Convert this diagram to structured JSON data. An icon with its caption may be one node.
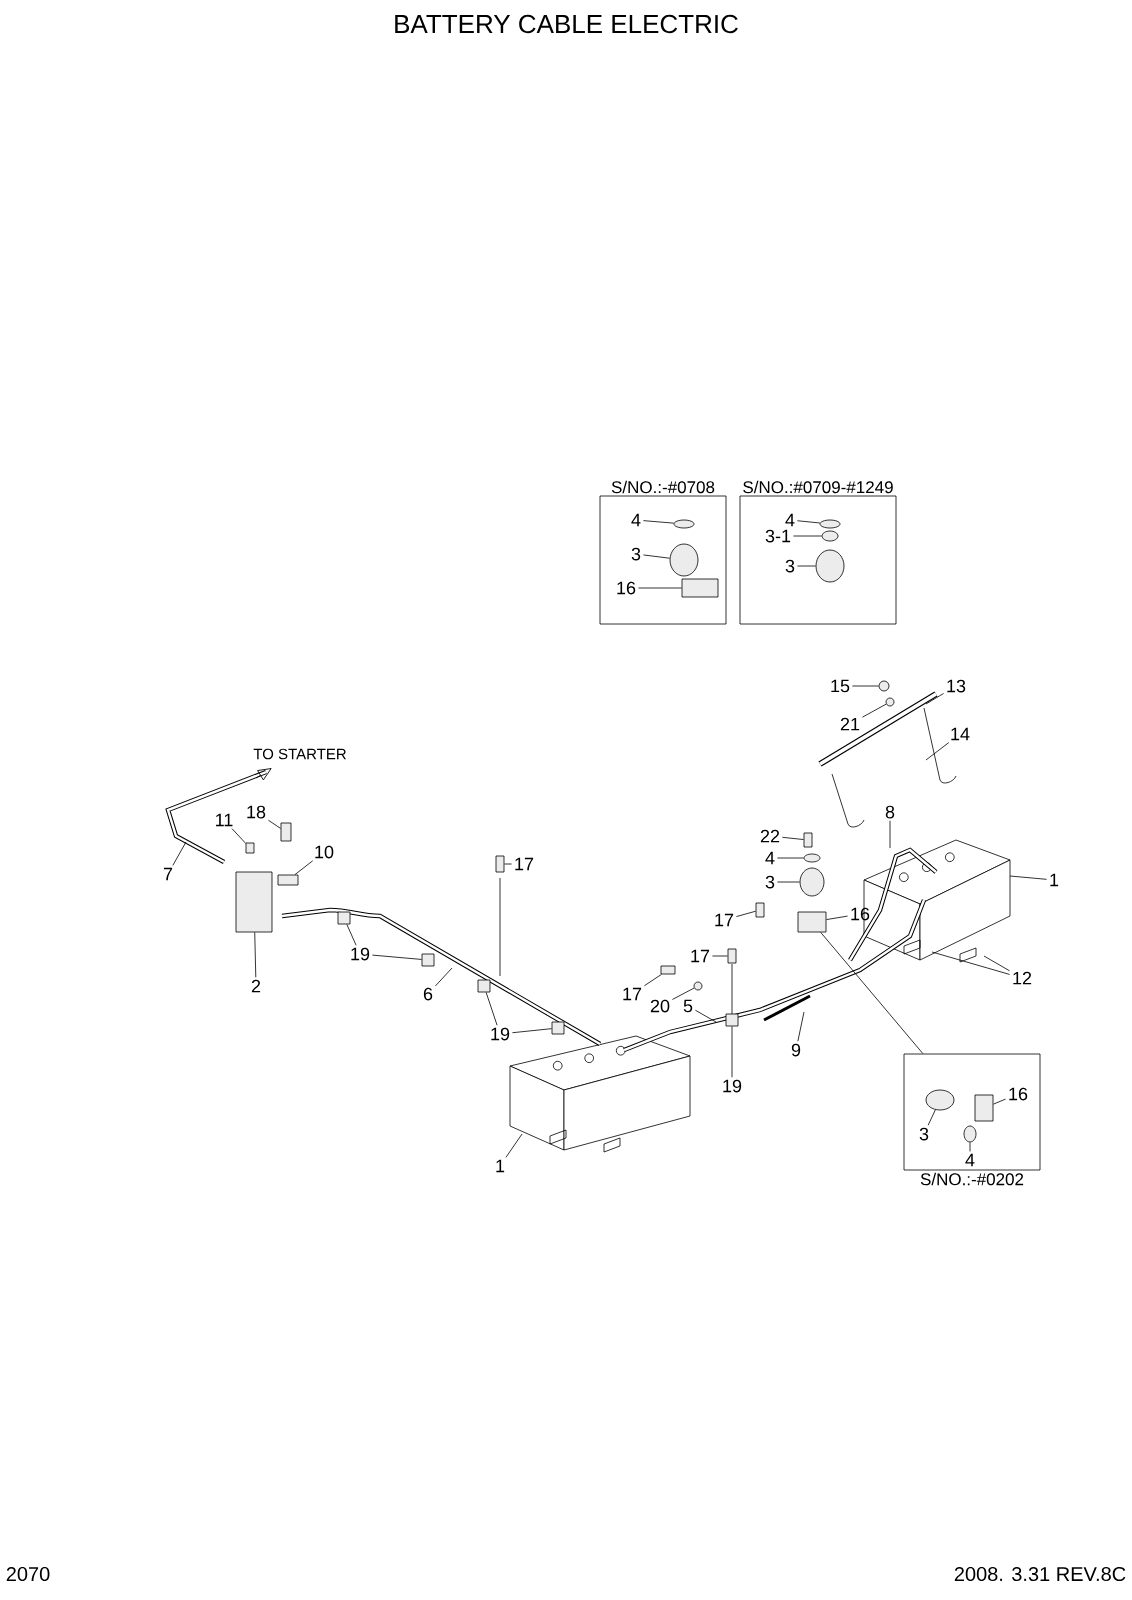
{
  "diagram": {
    "title": "BATTERY CABLE ELECTRIC",
    "nodes": [
      {
        "text": [
          "S/NO.:-#0708"
        ]
      },
      {
        "text": [
          "4"
        ],
        "in": 0
      },
      {
        "text": [
          "3"
        ],
        "in": 0
      },
      {
        "text": [
          "16"
        ],
        "in": 0
      },
      {
        "text": [
          "S/NO.:#0709-#1249"
        ]
      },
      {
        "text": [
          "4"
        ],
        "in": 4
      },
      {
        "text": [
          "3-1"
        ],
        "in": 4
      },
      {
        "text": [
          "3"
        ],
        "in": 4
      },
      {
        "text": [
          "15"
        ]
      },
      {
        "text": [
          "13"
        ]
      },
      {
        "text": [
          "21"
        ]
      },
      {
        "text": [
          "14"
        ]
      },
      {
        "text": [
          "8"
        ]
      },
      {
        "text": [
          "18"
        ]
      },
      {
        "text": [
          "11"
        ]
      },
      {
        "text": [
          "10"
        ]
      },
      {
        "text": [
          "7"
        ]
      },
      {
        "text": [
          "22"
        ]
      },
      {
        "text": [
          "4"
        ]
      },
      {
        "text": [
          "17"
        ]
      },
      {
        "text": [
          "3"
        ]
      },
      {
        "text": [
          "1"
        ]
      },
      {
        "text": [
          "16"
        ]
      },
      {
        "text": [
          "17"
        ]
      },
      {
        "text": [
          "17"
        ]
      },
      {
        "text": [
          "2"
        ]
      },
      {
        "text": [
          "19"
        ]
      },
      {
        "text": [
          "12"
        ]
      },
      {
        "text": [
          "6"
        ]
      },
      {
        "text": [
          "17"
        ]
      },
      {
        "text": [
          "20"
        ]
      },
      {
        "text": [
          "5"
        ]
      },
      {
        "text": [
          "19"
        ]
      },
      {
        "text": [
          "9"
        ]
      },
      {
        "text": [
          "19"
        ]
      },
      {
        "text": [
          "S/NO.:-#0202"
        ]
      },
      {
        "text": [
          "16"
        ],
        "in": 35
      },
      {
        "text": [
          "3"
        ],
        "in": 35
      },
      {
        "text": [
          "4"
        ],
        "in": 35
      },
      {
        "text": [
          "1"
        ]
      },
      {
        "text": [],
        "shape": "circle",
        "in": 0
      },
      {
        "text": [],
        "shape": "circle",
        "in": 0
      },
      {
        "text": [],
        "shape": "box",
        "in": 0
      },
      {
        "text": [],
        "shape": "circle",
        "in": 4
      },
      {
        "text": [],
        "shape": "circle",
        "in": 4
      },
      {
        "text": [],
        "shape": "circle",
        "in": 4
      },
      {
        "text": [],
        "shape": "circle"
      },
      {
        "text": [],
        "shape": "circle"
      },
      {
        "text": [],
        "shape": "box"
      },
      {
        "text": [],
        "shape": "box"
      },
      {
        "text": [],
        "shape": "box"
      },
      {
        "text": [],
        "shape": "box"
      },
      {
        "text": [],
        "shape": "circle"
      },
      {
        "text": [],
        "shape": "circle"
      },
      {
        "text": [],
        "shape": "box"
      },
      {
        "text": [],
        "shape": "box"
      },
      {
        "text": [],
        "shape": "box"
      },
      {
        "text": [],
        "shape": "box"
      },
      {
        "text": [],
        "shape": "box"
      },
      {
        "text": [],
        "shape": "box"
      },
      {
        "text": [],
        "shape": "box"
      },
      {
        "text": [],
        "shape": "box"
      },
      {
        "text": [],
        "shape": "circle"
      },
      {
        "text": [],
        "shape": "box"
      },
      {
        "text": [],
        "shape": "box"
      },
      {
        "text": [],
        "shape": "box"
      },
      {
        "text": [],
        "shape": "box",
        "in": 35
      },
      {
        "text": [],
        "shape": "circle",
        "in": 35
      },
      {
        "text": [],
        "shape": "circle",
        "in": 35
      }
    ],
    "edges": [
      {
        "from": 1,
        "to": 40,
        "arrow": "none"
      },
      {
        "from": 2,
        "to": 41,
        "arrow": "none"
      },
      {
        "from": 3,
        "to": 42,
        "arrow": "none"
      },
      {
        "from": 5,
        "to": 43,
        "arrow": "none"
      },
      {
        "from": 6,
        "to": 44,
        "arrow": "none"
      },
      {
        "from": 7,
        "to": 45,
        "arrow": "none"
      },
      {
        "from": 8,
        "to": 46,
        "arrow": "none"
      },
      {
        "from": 9,
        "to": null,
        "arrow": "none"
      },
      {
        "from": 10,
        "to": 47,
        "arrow": "none"
      },
      {
        "from": 11,
        "to": null,
        "arrow": "none"
      },
      {
        "from": 12,
        "to": null,
        "arrow": "none"
      },
      {
        "from": 13,
        "to": 48,
        "arrow": "none"
      },
      {
        "from": 14,
        "to": 49,
        "arrow": "none"
      },
      {
        "from": 15,
        "to": 50,
        "arrow": "none"
      },
      {
        "from": 16,
        "to": null,
        "arrow": "none"
      },
      {
        "from": 17,
        "to": 51,
        "arrow": "none"
      },
      {
        "from": 18,
        "to": 52,
        "arrow": "none"
      },
      {
        "from": 19,
        "to": 54,
        "arrow": "none"
      },
      {
        "from": 20,
        "to": 53,
        "arrow": "none"
      },
      {
        "from": 21,
        "to": null,
        "arrow": "none"
      },
      {
        "from": 22,
        "to": 55,
        "arrow": "none"
      },
      {
        "from": 23,
        "to": 56,
        "arrow": "none"
      },
      {
        "from": 24,
        "to": 57,
        "arrow": "none"
      },
      {
        "from": 25,
        "to": 58,
        "arrow": "none"
      },
      {
        "from": 26,
        "to": 59,
        "arrow": "none"
      },
      {
        "from": 26,
        "to": 60,
        "arrow": "none"
      },
      {
        "from": 27,
        "to": null,
        "arrow": "none"
      },
      {
        "from": 27,
        "to": null,
        "arrow": "none"
      },
      {
        "from": 28,
        "to": null,
        "arrow": "none"
      },
      {
        "from": 29,
        "to": 61,
        "arrow": "none"
      },
      {
        "from": 30,
        "to": 62,
        "arrow": "none"
      },
      {
        "from": 31,
        "to": null,
        "arrow": "none"
      },
      {
        "from": 32,
        "to": 63,
        "arrow": "none"
      },
      {
        "from": 32,
        "to": 64,
        "arrow": "none"
      },
      {
        "from": 33,
        "to": null,
        "arrow": "none"
      },
      {
        "from": 34,
        "to": 65,
        "arrow": "none"
      },
      {
        "from": 35,
        "to": 55,
        "arrow": "none"
      },
      {
        "from": 36,
        "to": 66,
        "arrow": "none"
      },
      {
        "from": 37,
        "to": 67,
        "arrow": "none"
      },
      {
        "from": 38,
        "to": 68,
        "arrow": "none"
      },
      {
        "from": 39,
        "to": null,
        "arrow": "none"
      }
    ],
    "labels": [
      "TO STARTER",
      "2070",
      "2008. 3.31 REV.8C"
    ]
  }
}
